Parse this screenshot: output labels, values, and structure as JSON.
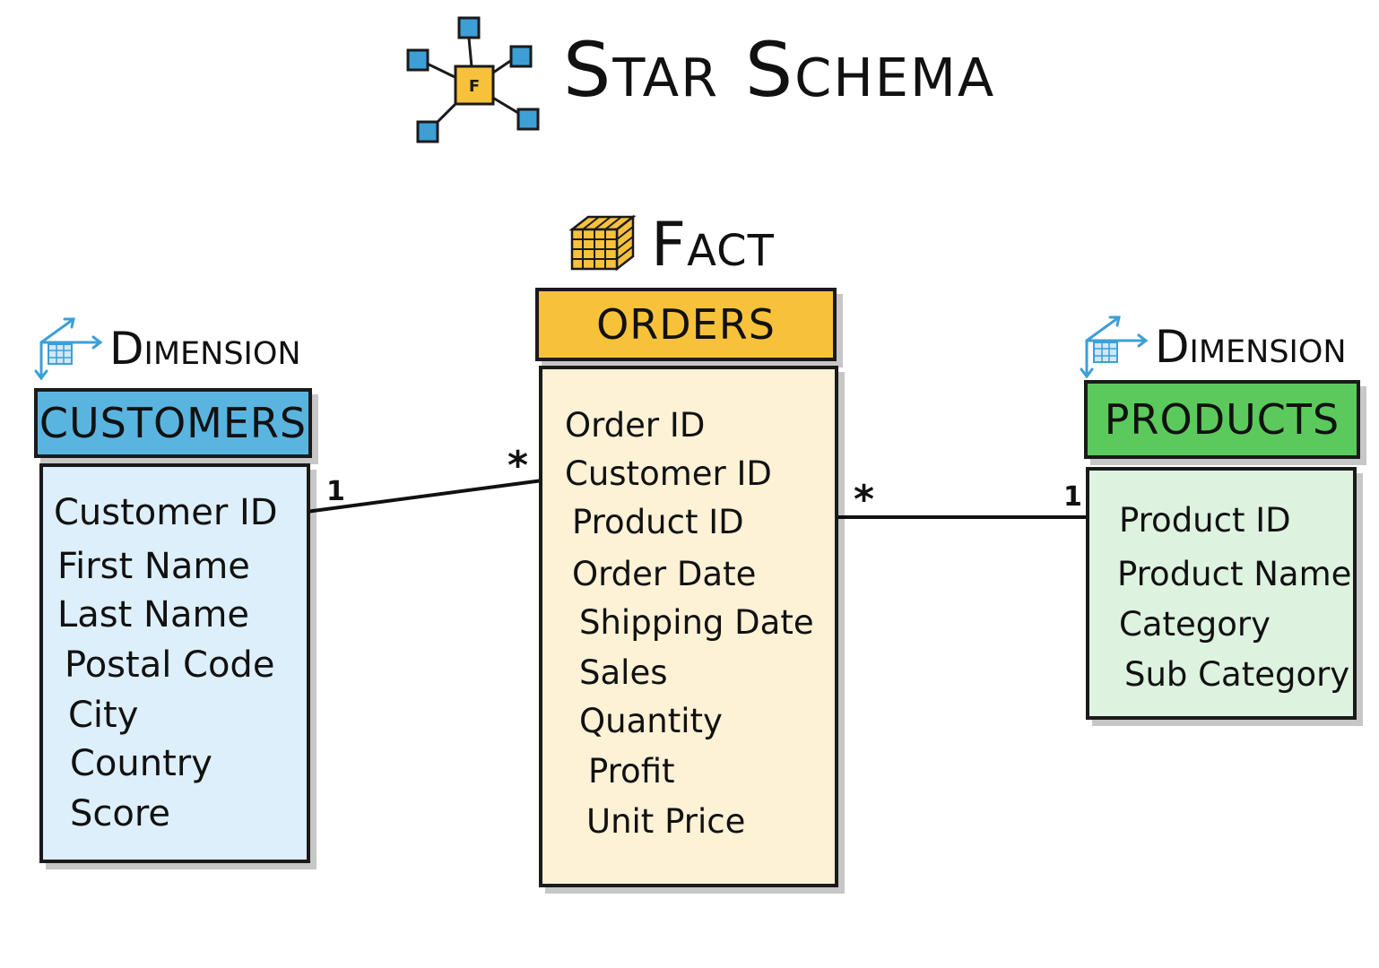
{
  "title": "Star Schema",
  "title_logo": {
    "center_label": "F",
    "icon": "star-schema-icon",
    "center_color": "#f7c23a",
    "node_color": "#3d9fd6"
  },
  "fact_label": "Fact",
  "dimension_left_label": "Dimension",
  "dimension_right_label": "Dimension",
  "tables": {
    "customers": {
      "name": "CUSTOMERS",
      "header_color": "#5ab4e0",
      "body_color": "#ddeffa",
      "fields": [
        "Customer ID",
        "First Name",
        "Last Name",
        "Postal Code",
        "City",
        "Country",
        "Score"
      ]
    },
    "orders": {
      "name": "ORDERS",
      "header_color": "#f7c23a",
      "body_color": "#fdf1d6",
      "fields": [
        "Order ID",
        "Customer ID",
        "Product ID",
        "Order Date",
        "Shipping Date",
        "Sales",
        "Quantity",
        "Profit",
        "Unit Price"
      ]
    },
    "products": {
      "name": "PRODUCTS",
      "header_color": "#5cc95c",
      "body_color": "#ddf2df",
      "fields": [
        "Product ID",
        "Product Name",
        "Category",
        "Sub Category"
      ]
    }
  },
  "relationships": [
    {
      "from": "customers.Customer ID",
      "to": "orders.Customer ID",
      "from_cardinality": "1",
      "to_cardinality": "*"
    },
    {
      "from": "products.Product ID",
      "to": "orders.Product ID",
      "from_cardinality": "1",
      "to_cardinality": "*"
    }
  ]
}
